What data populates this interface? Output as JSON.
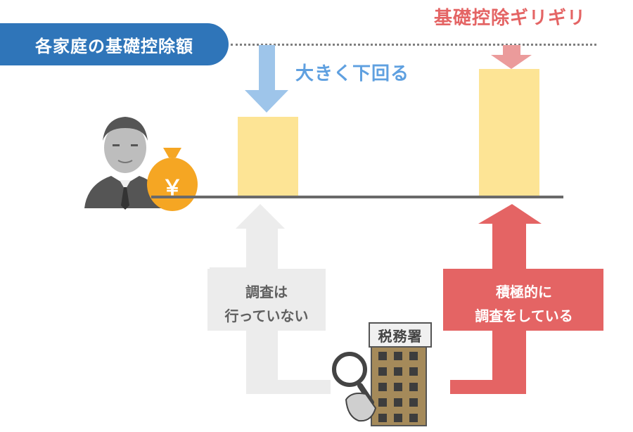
{
  "header": {
    "pill_label": "各家庭の基礎控除額",
    "right_label": "基礎控除ギリギリ",
    "middle_label": "大きく下回る"
  },
  "left_box": {
    "line1": "調査は",
    "line2": "行っていない"
  },
  "right_box": {
    "line1": "積極的に",
    "line2": "調査をしている"
  },
  "office": {
    "label": "税務署"
  },
  "money_bag": {
    "symbol": "￥"
  },
  "colors": {
    "blue_pill": "#2f75b9",
    "blue_text": "#5fa0e0",
    "blue_arrow": "#9ec5ea",
    "red": "#e46464",
    "pink_arrow": "#eb9b9b",
    "bar_fill": "#fde495",
    "gray_arrow": "#ececec",
    "money_bag": "#f5a623",
    "building": "#a58a5a"
  }
}
